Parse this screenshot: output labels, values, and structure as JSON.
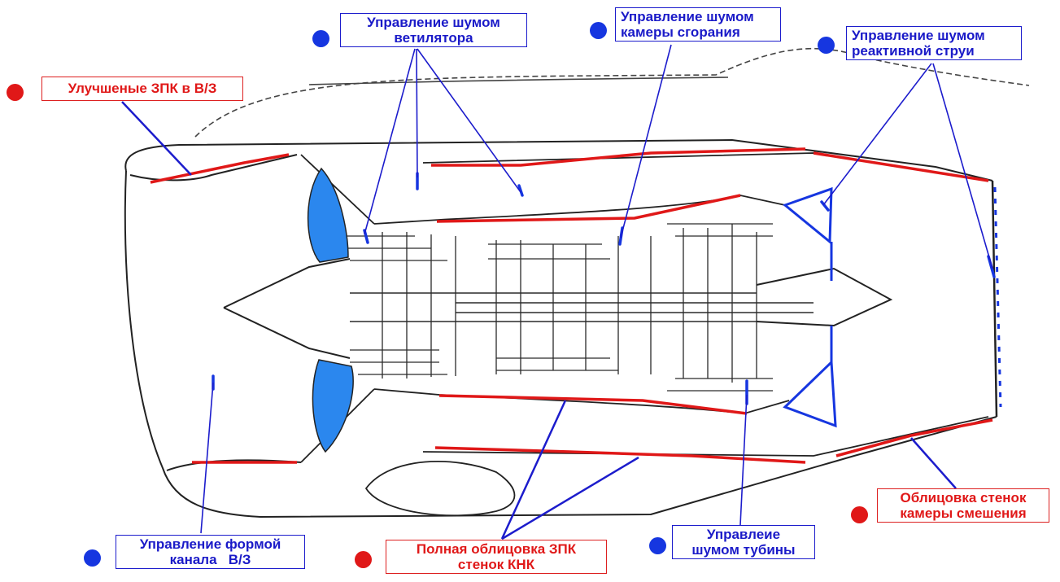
{
  "callouts": {
    "fan_noise": {
      "line1": "Управление шумом",
      "line2": "ветилятора"
    },
    "combustor_noise": {
      "line1": "Управление шумом",
      "line2": "камеры сгорания"
    },
    "jet_noise": {
      "line1": "Управление шумом",
      "line2": "реактивной струи"
    },
    "inlet_liners": {
      "line1": "Улучшеные ЗПК в В/З"
    },
    "inlet_shape": {
      "line1": "Управление формой",
      "line2": "канала",
      "line2b": "В/З"
    },
    "bypass_liners": {
      "line1": "Полная облицовка ЗПК",
      "line2": "стенок  КНК"
    },
    "turbine_noise": {
      "line1": "Управлеие",
      "line2": "шумом тубины"
    },
    "mixer_liners": {
      "line1": "Облицовка стенок",
      "line2": "камеры смешения"
    }
  },
  "legend_colors": {
    "noise_source_control": "#1636e0",
    "acoustic_liner": "#e01818"
  }
}
